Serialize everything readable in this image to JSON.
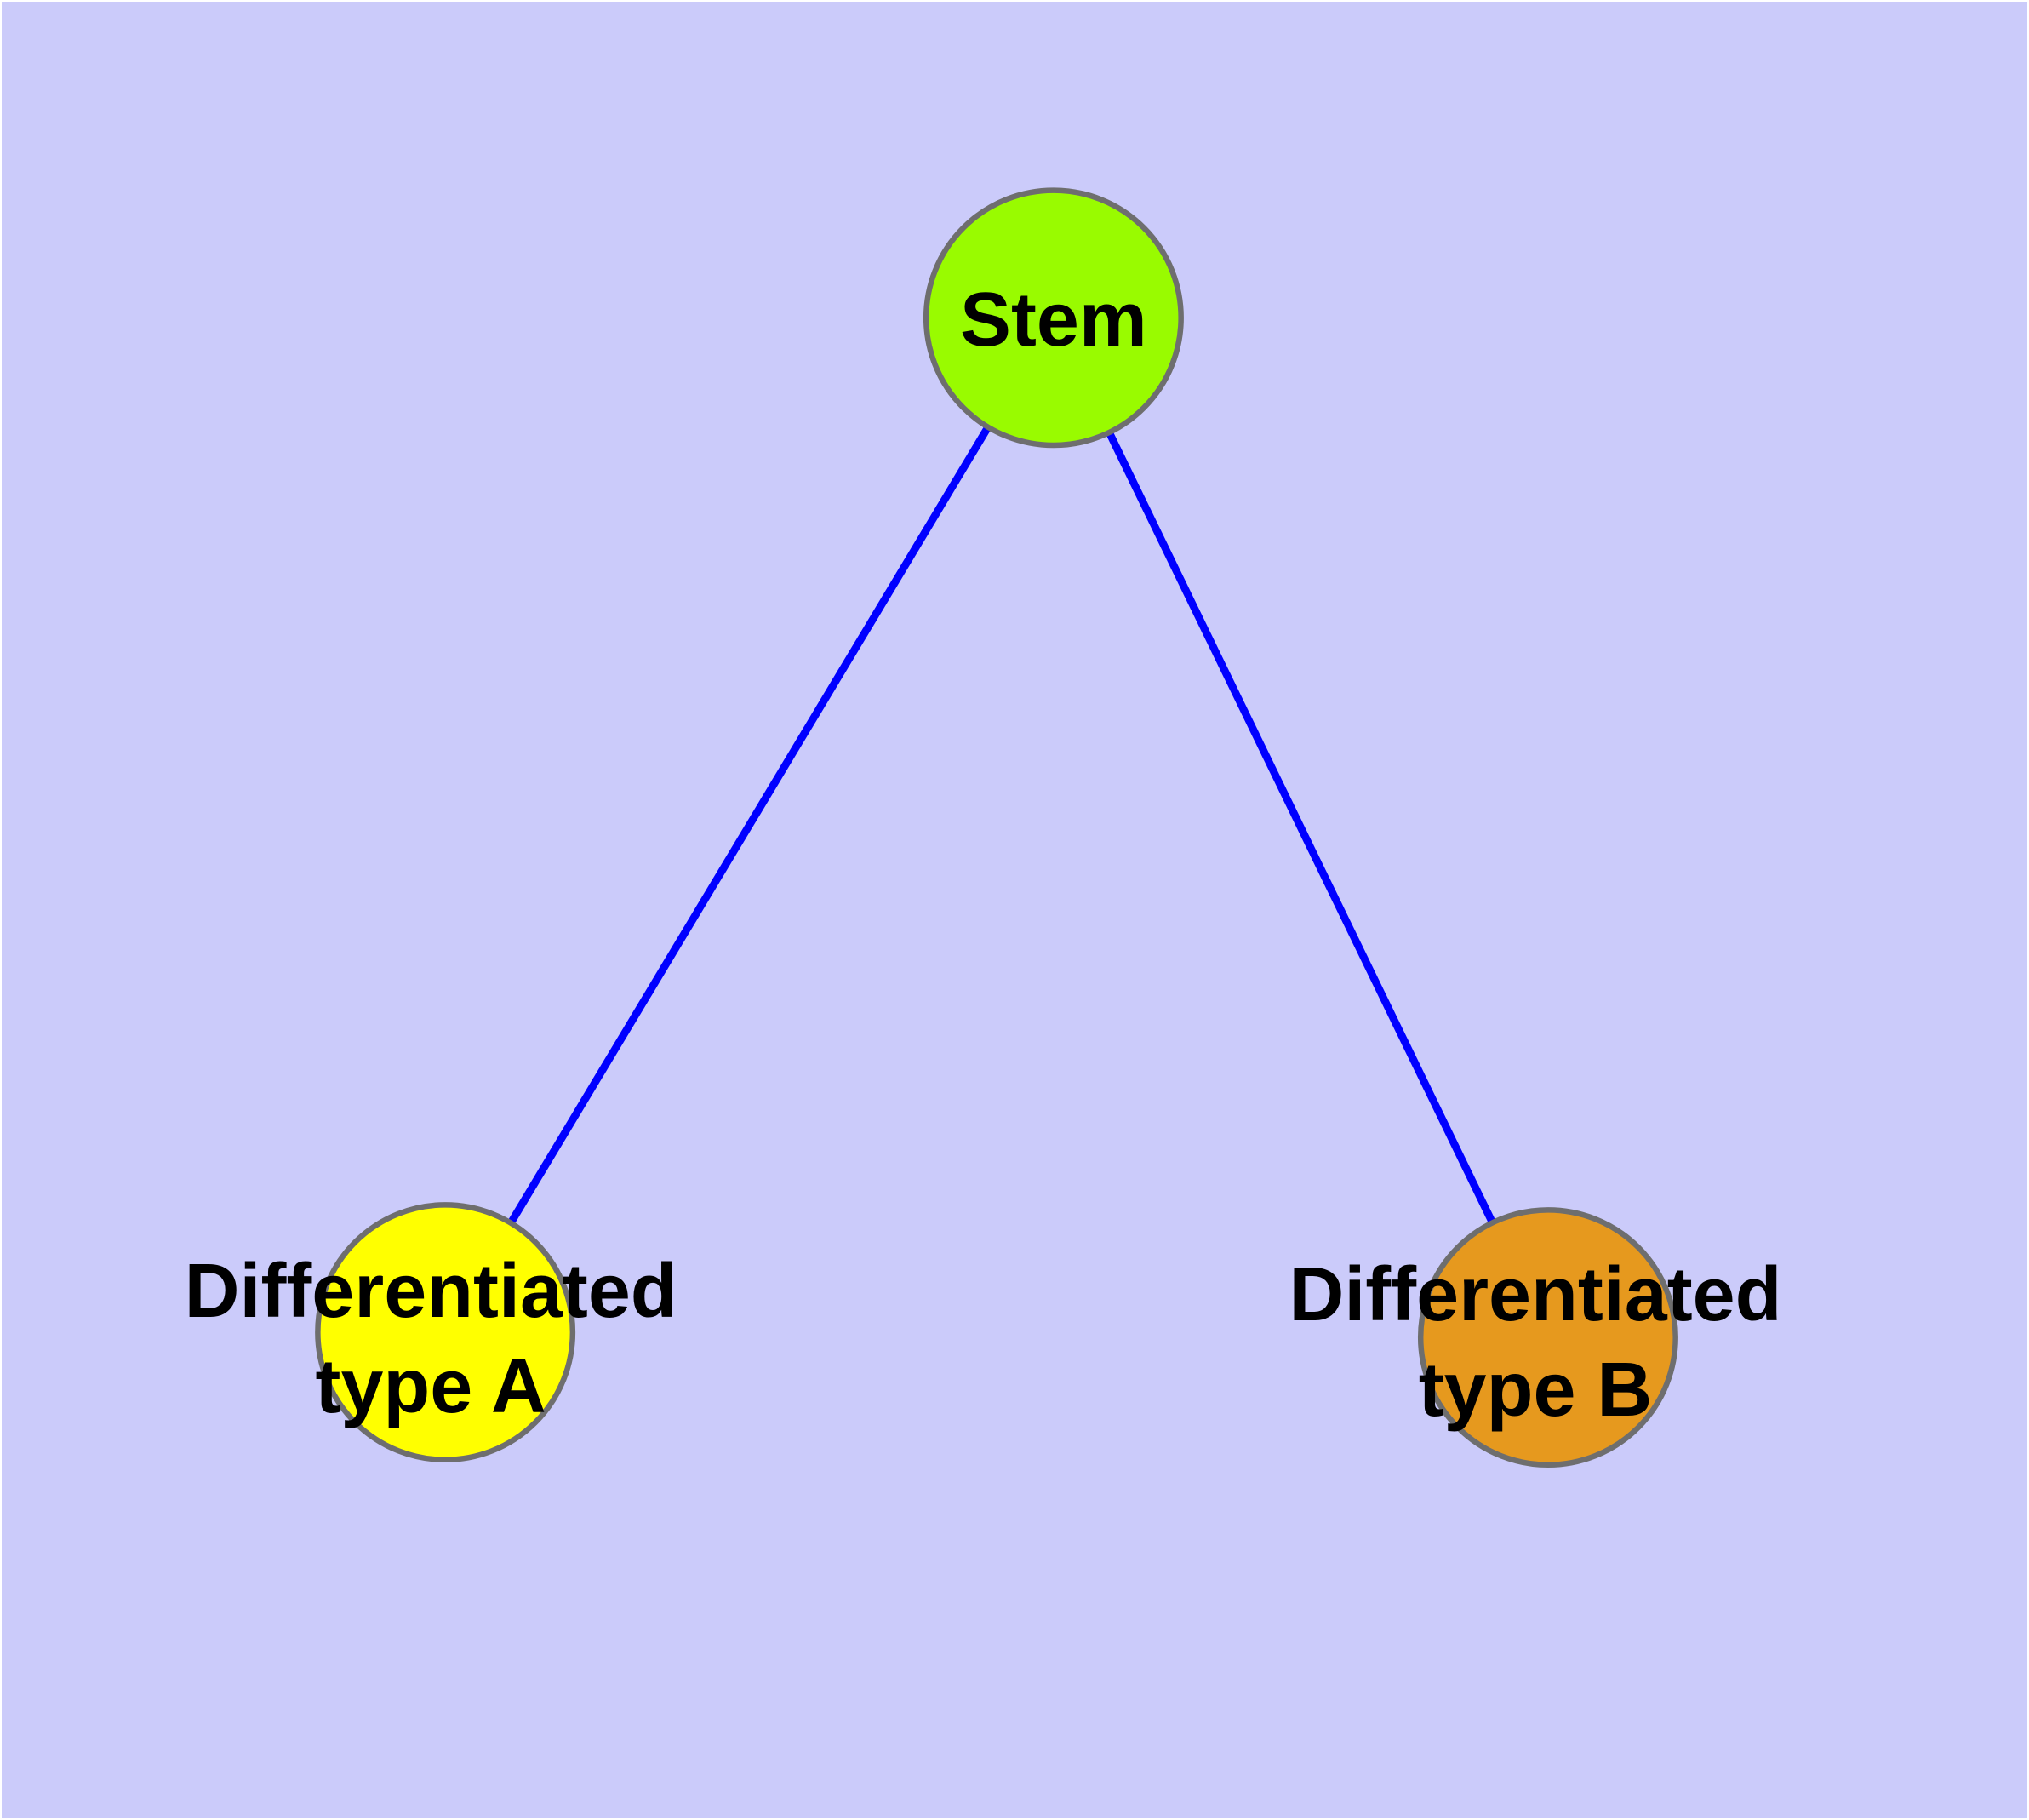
{
  "diagram_type": "graph",
  "colors": {
    "background": "#CBCBFA",
    "edge": "#0000FF",
    "node_border": "#6E6E6E",
    "label": "#000000"
  },
  "nodes": [
    {
      "id": "stem",
      "label": "Stem",
      "lines": [
        "Stem",
        ""
      ],
      "color": "#99FB00"
    },
    {
      "id": "type-a",
      "label": "Differentiated type A",
      "lines": [
        "Differentiated",
        "type A"
      ],
      "color": "#FFFF00"
    },
    {
      "id": "type-b",
      "label": "Differentiated type B",
      "lines": [
        "Differentiated",
        "type B"
      ],
      "color": "#E6991E"
    }
  ],
  "edges": [
    {
      "from": "Stem",
      "to": "Differentiated type A"
    },
    {
      "from": "Stem",
      "to": "Differentiated type B"
    }
  ]
}
